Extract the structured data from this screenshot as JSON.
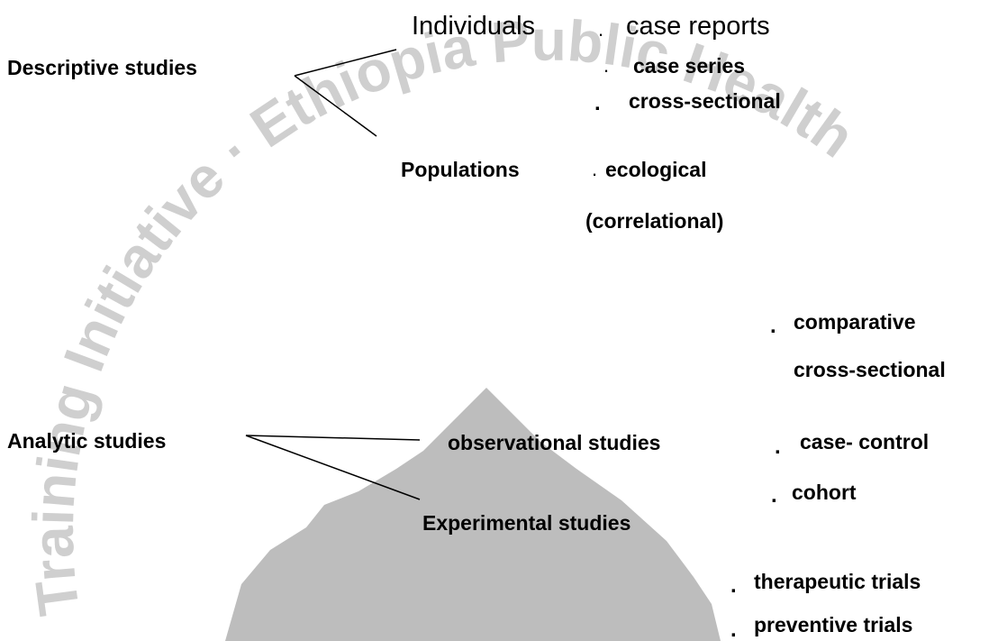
{
  "watermark": {
    "arc_text": "Training Initiative · Ethiopia Public Health",
    "fill_color": "#bdbdbd",
    "text_color": "#cfcfcf"
  },
  "descriptive": {
    "label": "Descriptive studies",
    "individuals": {
      "label": "Individuals",
      "items": [
        "case reports",
        "case series",
        "cross-sectional"
      ]
    },
    "populations": {
      "label": "Populations",
      "items": [
        "ecological",
        "(correlational)"
      ]
    }
  },
  "analytic": {
    "label": "Analytic studies",
    "observational": {
      "label": "observational studies",
      "items": [
        "comparative",
        "cross-sectional",
        "case- control",
        "cohort"
      ]
    },
    "experimental": {
      "label": "Experimental studies",
      "items": [
        "therapeutic trials",
        "preventive trials"
      ]
    }
  },
  "bullet": "."
}
